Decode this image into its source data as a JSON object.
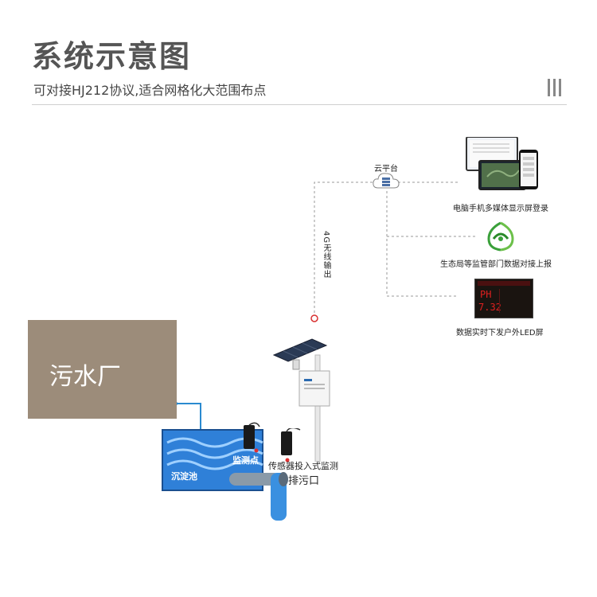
{
  "header": {
    "title": "系统示意图",
    "subtitle": "可对接HJ212协议,适合网格化大范围布点"
  },
  "cloud": {
    "label": "云平台"
  },
  "transmission": {
    "label": "4G无线输出"
  },
  "outputs": [
    {
      "label": "电脑手机多媒体显示屏登录",
      "icon": "monitor-phone-icon"
    },
    {
      "label": "生态局等监管部门数据对接上报",
      "icon": "ecology-bureau-logo-icon"
    },
    {
      "label": "数据实时下发户外LED屏",
      "icon": "led-screen-icon"
    }
  ],
  "led_screen": {
    "row1": "PH",
    "row2": "7.32"
  },
  "plant": {
    "label": "污水厂"
  },
  "tank": {
    "label": "沉淀池",
    "point_label": "监测点"
  },
  "sensor": {
    "label": "传感器投入式监测"
  },
  "outlet": {
    "label": "排污口"
  },
  "colors": {
    "water": "#3a86d8",
    "plant": "#9c8c7a",
    "pipe": "#4a90d9",
    "led_text": "#e02020",
    "link": "#999999"
  }
}
